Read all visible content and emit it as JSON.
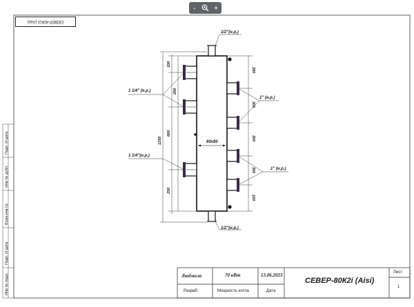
{
  "toolbar": {
    "zoom_icon": "zoom-in-magnifier-icon",
    "plus_label": "+",
    "minus_label": "-"
  },
  "stamp": {
    "text": "СЕВЕР-80К2i (Aisi)"
  },
  "side_labels": [
    "Подп. И дата",
    "Инв.№ дубл.",
    "Взам.инв.№",
    "Подп. И дата",
    "Инв.№ подл."
  ],
  "drawing": {
    "top_outlet": "1/2\"(н.р.)",
    "bottom_outlet": "1/2\"(н.р.)",
    "left_ports_upper": "1 1/4\" (н.р.)",
    "left_ports_lower": "1 1/4\"(н.р.)",
    "right_ports_upper": "1\" (н.р.)",
    "right_ports_lower": "1\" (н.р.)",
    "section": "80x80",
    "dims_left": {
      "d100": "100",
      "d200": "200",
      "d600": "600",
      "d1250": "1250",
      "d250": "250"
    },
    "dims_right": {
      "d280": "280",
      "d300a": "300",
      "d300b": "300",
      "d300c": "300",
      "d100": "100"
    }
  },
  "title_block": {
    "developer_name": "Людмила",
    "power": "70 кВт",
    "date": "13.06.2023",
    "title": "СЕВЕР-80К2i (Aisi)",
    "row_labels": {
      "developed": "Разраб.",
      "power_label": "Мощность котла",
      "date_label": "Дата"
    },
    "sheet_label": "Лист",
    "sheet_number": "1"
  }
}
